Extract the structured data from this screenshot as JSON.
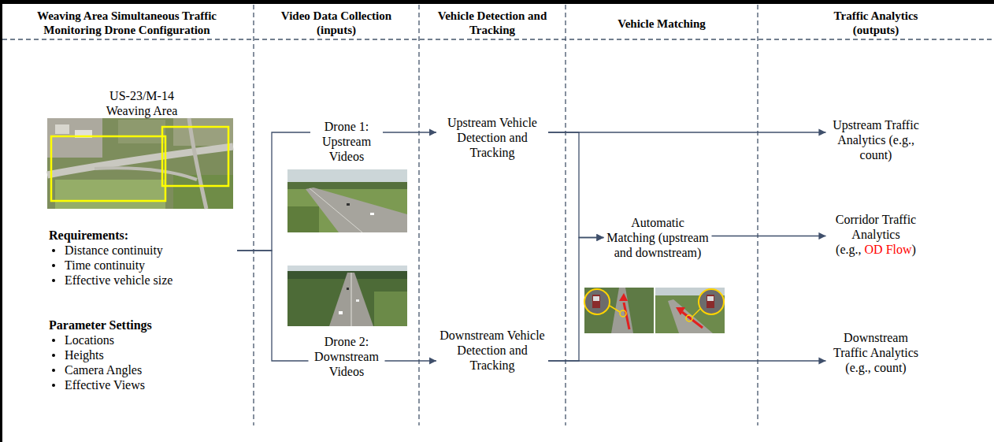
{
  "diagram": {
    "nodes": [
      {
        "text": [
          "Requirements:",
          "Distance continuity",
          "Time continuity",
          "Effective vehicle size",
          "Parameter Settings",
          "Locations",
          "Heights",
          "Camera Angles",
          "Effective Views"
        ]
      },
      {
        "text": [
          "Drone 1: Upstream Videos"
        ]
      },
      {
        "text": [
          "Drone 2: Downstream Videos"
        ]
      },
      {
        "text": [
          "Upstream Vehicle Detection and Tracking"
        ]
      },
      {
        "text": [
          "Downstream Vehicle Detection and Tracking"
        ]
      },
      {
        "text": [
          "Automatic Matching (upstream and downstream)"
        ]
      },
      {
        "text": [
          "Upstream Traffic Analytics (e.g., count)"
        ]
      },
      {
        "text": [
          "Corridor Traffic Analytics (e.g.,",
          "OD Flow",
          ")"
        ]
      },
      {
        "text": [
          "Downstream Traffic Analytics (e.g., count)"
        ]
      }
    ],
    "edges": [
      {
        "from": 0,
        "to": 1,
        "arrow": "none"
      },
      {
        "from": 0,
        "to": 2,
        "arrow": "none"
      },
      {
        "from": 1,
        "to": 3,
        "arrow": "to"
      },
      {
        "from": 2,
        "to": 4,
        "arrow": "to"
      },
      {
        "from": 3,
        "to": 6,
        "arrow": "to"
      },
      {
        "from": 4,
        "to": 8,
        "arrow": "to"
      },
      {
        "from": 3,
        "to": 5,
        "arrow": "to"
      },
      {
        "from": 4,
        "to": 5,
        "arrow": "to"
      },
      {
        "from": 5,
        "to": 7,
        "arrow": "to"
      }
    ],
    "labels": [
      "Weaving Area Simultaneous Traffic Monitoring Drone Configuration",
      "Video Data Collection (inputs)",
      "Vehicle Detection and Tracking",
      "Vehicle Matching",
      "Traffic Analytics (outputs)",
      "US-23/M-14 Weaving Area"
    ]
  }
}
